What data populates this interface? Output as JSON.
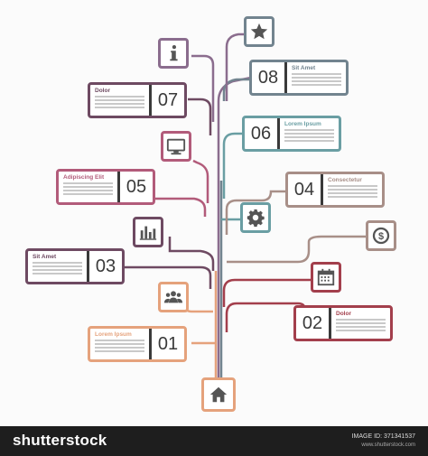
{
  "colors": {
    "purple": "#8b6d8e",
    "teal": "#6a9ea3",
    "pink": "#b25b7a",
    "taupe": "#a88f88",
    "slate": "#72848f",
    "plum": "#6e4a62",
    "brown": "#876e66",
    "crimson": "#a33f4c",
    "peach": "#e5a27c"
  },
  "icons": {
    "info": "info-icon",
    "star": "star-icon",
    "monitor": "monitor-icon",
    "gear": "gear-icon",
    "dollar": "dollar-icon",
    "chart": "bar-chart-icon",
    "calendar": "calendar-icon",
    "people": "people-icon",
    "home": "home-icon"
  },
  "steps": [
    {
      "id": "08",
      "number": "08",
      "title": "Sit Amet"
    },
    {
      "id": "07",
      "number": "07",
      "title": "Dolor"
    },
    {
      "id": "06",
      "number": "06",
      "title": "Lorem Ipsum"
    },
    {
      "id": "05",
      "number": "05",
      "title": "Adipiscing Elit"
    },
    {
      "id": "04",
      "number": "04",
      "title": "Consectetur"
    },
    {
      "id": "03",
      "number": "03",
      "title": "Sit Amet"
    },
    {
      "id": "02",
      "number": "02",
      "title": "Dolor"
    },
    {
      "id": "01",
      "number": "01",
      "title": "Lorem Ipsum"
    }
  ],
  "footer": {
    "brand": "shutterstock",
    "image_id": "IMAGE ID: 371341537",
    "site": "www.shutterstock.com"
  }
}
